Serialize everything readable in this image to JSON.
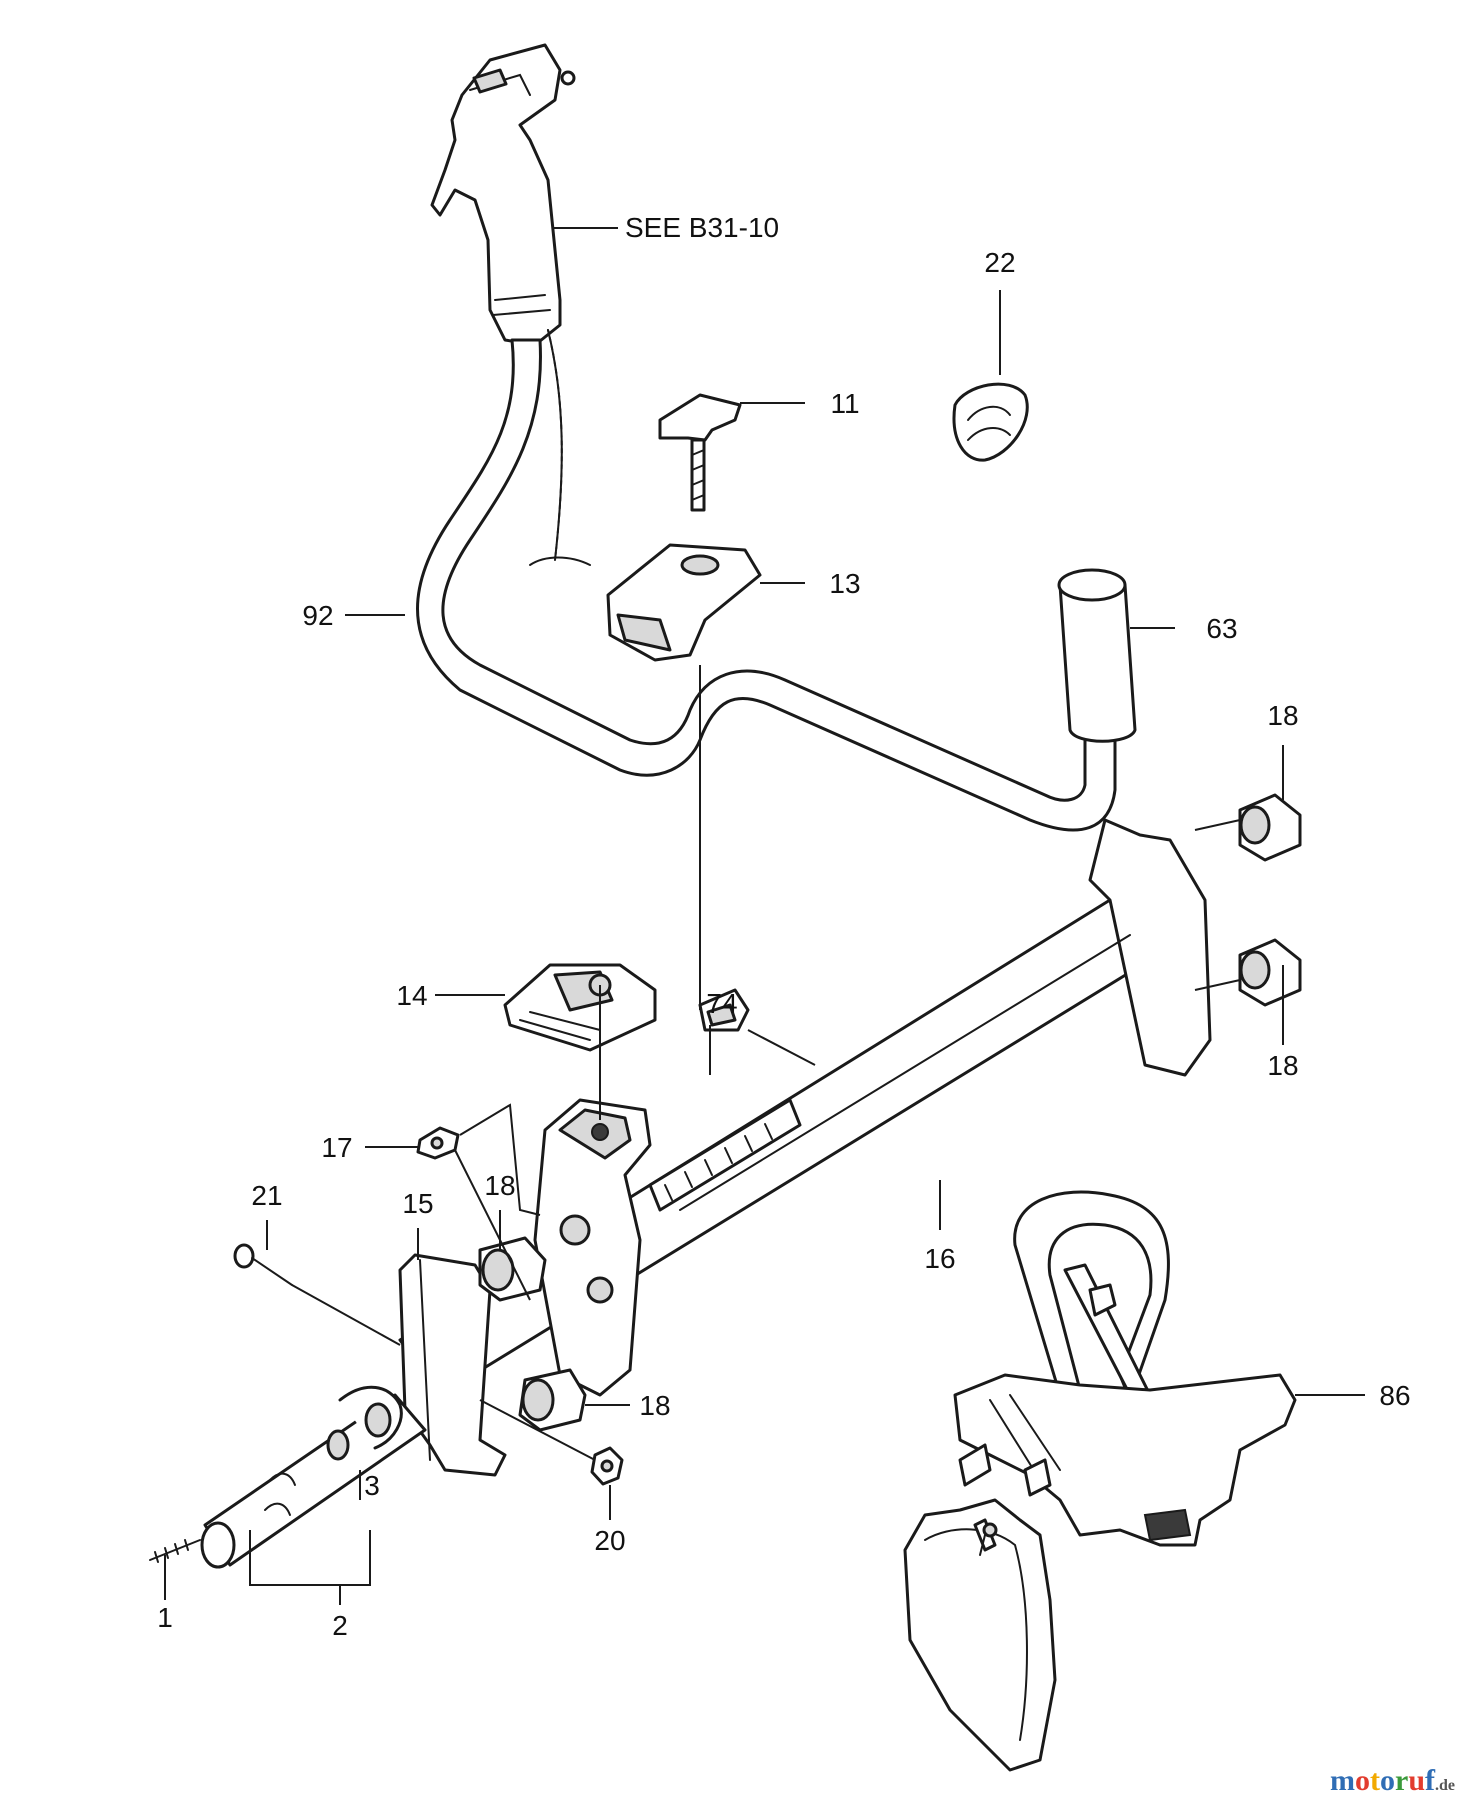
{
  "diagram": {
    "reference_note": "SEE B31-10",
    "callouts": [
      "92",
      "11",
      "13",
      "22",
      "63",
      "18",
      "74",
      "14",
      "17",
      "21",
      "15",
      "18",
      "16",
      "18",
      "1",
      "3",
      "2",
      "20",
      "18",
      "86"
    ]
  },
  "watermark": {
    "segments": [
      {
        "text": "m",
        "color": "#2f6db5"
      },
      {
        "text": "o",
        "color": "#e23c2e"
      },
      {
        "text": "t",
        "color": "#f2a900"
      },
      {
        "text": "o",
        "color": "#2f6db5"
      },
      {
        "text": "r",
        "color": "#3a9a3a"
      },
      {
        "text": "u",
        "color": "#e23c2e"
      },
      {
        "text": "f",
        "color": "#2f6db5"
      },
      {
        "text": ".de",
        "color": "#555555"
      }
    ]
  }
}
